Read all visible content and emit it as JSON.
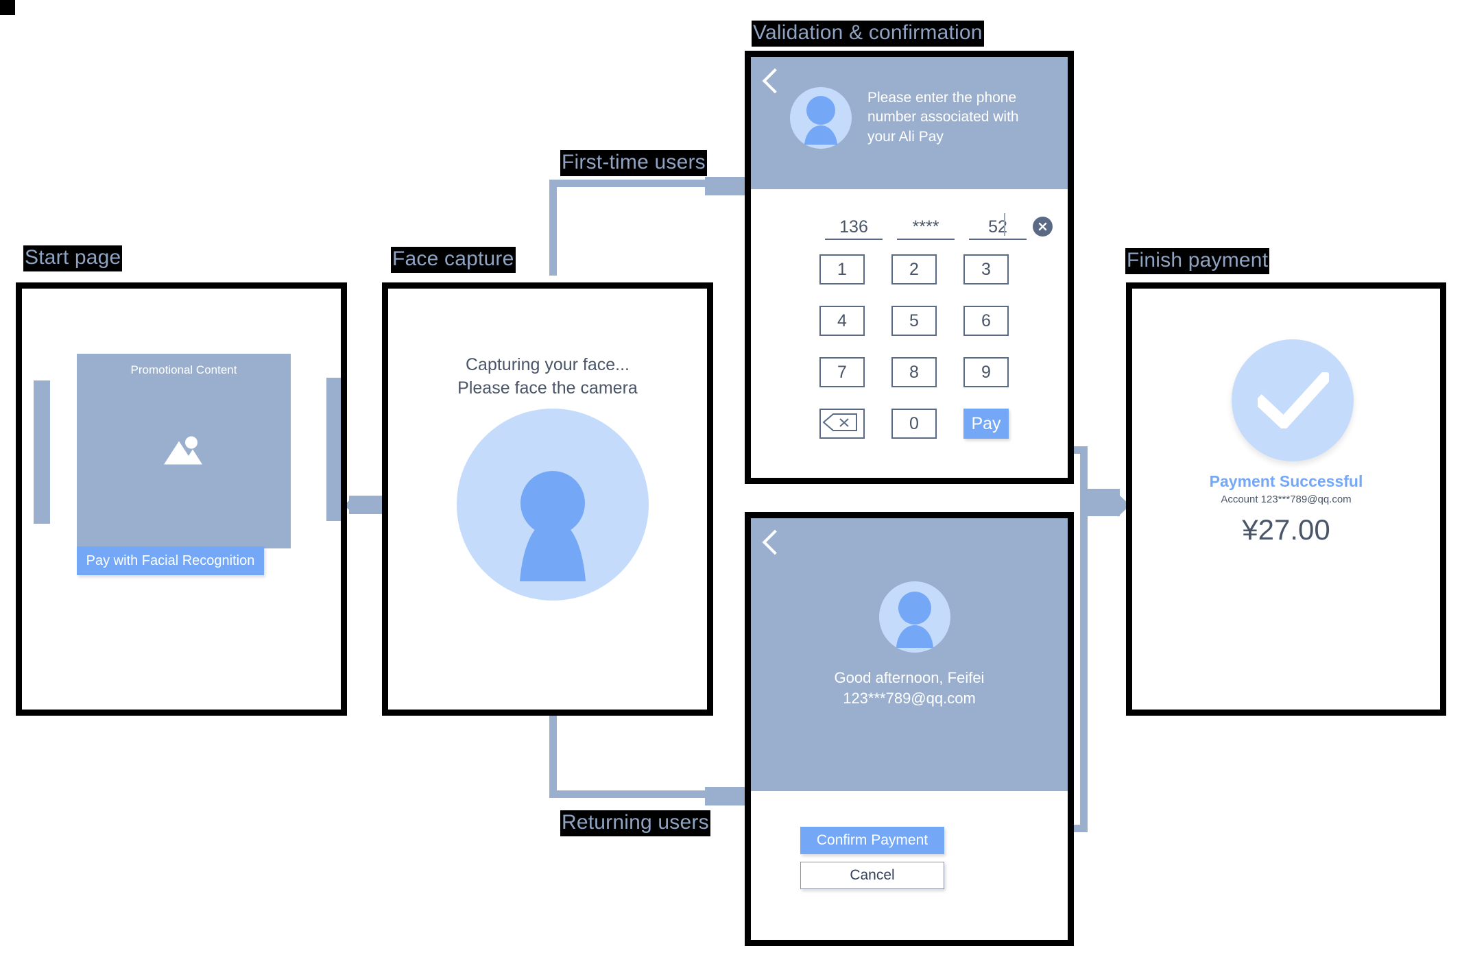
{
  "diagram": {
    "title_captions": {
      "start": "Start page",
      "face": "Face capture",
      "validation": "Validation & confirmation",
      "finish": "Finish payment"
    },
    "flow_labels": {
      "first_time": "First-time users",
      "returning": "Returning users"
    }
  },
  "screens": {
    "start_page": {
      "promo_label": "Promotional Content",
      "promo_icon": "image-placeholder-icon",
      "cta_label": "Pay with Facial Recognition"
    },
    "face_capture": {
      "line1": "Capturing your face...",
      "line2": "Please face the camera",
      "avatar_icon": "person-avatar-icon"
    },
    "validation_first_time": {
      "back_icon": "back-chevron-icon",
      "avatar_icon": "person-avatar-icon",
      "prompt": "Please enter the phone number associated with your Ali Pay",
      "fields": [
        {
          "name": "phone-part-1",
          "value": "136"
        },
        {
          "name": "phone-part-2",
          "value": "****"
        },
        {
          "name": "phone-part-3",
          "value": "52"
        }
      ],
      "clear_icon": "clear-circle-x-icon",
      "keys": [
        {
          "name": "key-1",
          "label": "1"
        },
        {
          "name": "key-2",
          "label": "2"
        },
        {
          "name": "key-3",
          "label": "3"
        },
        {
          "name": "key-4",
          "label": "4"
        },
        {
          "name": "key-5",
          "label": "5"
        },
        {
          "name": "key-6",
          "label": "6"
        },
        {
          "name": "key-7",
          "label": "7"
        },
        {
          "name": "key-8",
          "label": "8"
        },
        {
          "name": "key-9",
          "label": "9"
        },
        {
          "name": "key-0",
          "label": "0"
        }
      ],
      "backspace_icon": "backspace-icon",
      "pay_label": "Pay"
    },
    "validation_returning": {
      "back_icon": "back-chevron-icon",
      "avatar_icon": "person-avatar-icon",
      "greeting": "Good afternoon, Feifei",
      "account": "123***789@qq.com",
      "confirm_label": "Confirm Payment",
      "cancel_label": "Cancel"
    },
    "finish_payment": {
      "check_icon": "check-mark-icon",
      "title": "Payment Successful",
      "account_line": "Account 123***789@qq.com",
      "amount": "¥27.00"
    }
  },
  "colors": {
    "accent_blue": "#74a8f7",
    "muted_blue": "#9aafce",
    "pale_blue": "#c5dbfb",
    "frame_black": "#000000",
    "text_dark": "#4a5568"
  }
}
